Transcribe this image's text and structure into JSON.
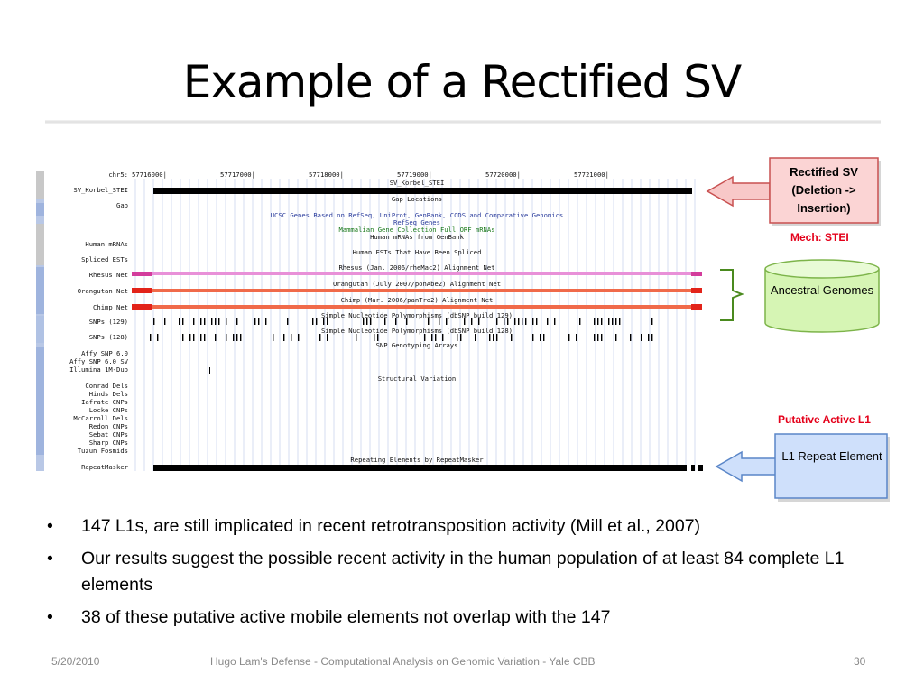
{
  "slide": {
    "title": "Example of a Rectified SV",
    "footer": {
      "date": "5/20/2010",
      "center": "Hugo Lam's Defense  -  Computational Analysis on Genomic Variation  -  Yale CBB",
      "page": "30"
    }
  },
  "browser": {
    "chrom_label": "chr5:",
    "positions": [
      "57716000|",
      "57717000|",
      "57718000|",
      "57719000|",
      "57720000|",
      "57721000|"
    ],
    "track_labels": {
      "sv": "SV_Korbel_STEI",
      "gap": "Gap",
      "human_mrnas": "Human mRNAs",
      "spliced_ests": "Spliced ESTs",
      "rhesus": "Rhesus Net",
      "orangutan": "Orangutan Net",
      "chimp": "Chimp Net",
      "snps129": "SNPs (129)",
      "snps128": "SNPs (128)",
      "affy6": "Affy SNP 6.0",
      "affy6sv": "Affy SNP 6.0 SV",
      "illumina": "Illumina 1M-Duo",
      "conrad": "Conrad Dels",
      "hinds": "Hinds Dels",
      "iafrate": "Iafrate CNPs",
      "locke": "Locke CNPs",
      "mccarroll": "McCarroll Dels",
      "redon": "Redon CNPs",
      "sebat": "Sebat CNPs",
      "sharp": "Sharp CNPs",
      "tuzun": "Tuzun Fosmids",
      "repeatmasker": "RepeatMasker"
    },
    "track_titles": {
      "sv": "SV_Korbel_STEI",
      "gap": "Gap Locations",
      "ucsc": "UCSC Genes Based on RefSeq, UniProt, GenBank, CCDS and Comparative Genomics",
      "refseq": "RefSeq Genes",
      "mgc": "Mammalian Gene Collection Full ORF mRNAs",
      "mrna": "Human mRNAs from GenBank",
      "ests": "Human ESTs That Have Been Spliced",
      "rhesus": "Rhesus (Jan. 2006/rheMac2) Alignment Net",
      "orangutan": "Orangutan (July 2007/ponAbe2) Alignment Net",
      "chimp": "Chimp (Mar. 2006/panTro2) Alignment Net",
      "snp129": "Simple Nucleotide Polymorphisms (dbSNP build 129)",
      "snp128": "Simple Nucleotide Polymorphisms (dbSNP build 128)",
      "arrays": "SNP Genotyping Arrays",
      "structural": "Structural Variation",
      "repeats": "Repeating Elements by RepeatMasker"
    }
  },
  "callouts": {
    "rectified": "Rectified SV (Deletion -> Insertion)",
    "mech": "Mech: STEI",
    "ancestral": "Ancestral Genomes",
    "putative": "Putative Active L1",
    "l1repeat": "L1 Repeat Element"
  },
  "colors": {
    "rectified_box": "#fbd4d4",
    "ancestral_box": "#d6f5b4",
    "l1_box": "#cfe0fb",
    "highlight_red": "#e4001a"
  },
  "bullets": [
    "147 L1s, are still implicated in recent retrotransposition activity (Mill et al., 2007)",
    "Our results suggest the possible recent activity in the human population of at least 84 complete L1 elements",
    "38 of these putative active mobile elements not overlap with the 147"
  ],
  "bullet_char": "•"
}
